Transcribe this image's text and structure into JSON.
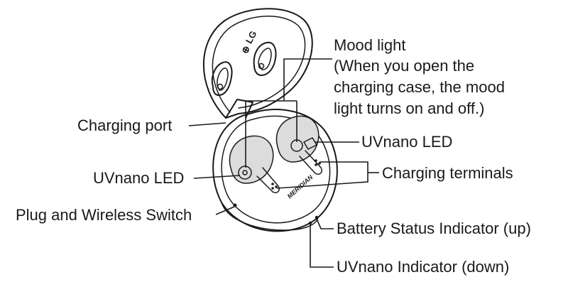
{
  "labels": {
    "mood_light_title": "Mood light",
    "mood_light_note_1": "(When you open the",
    "mood_light_note_2": "charging case, the mood",
    "mood_light_note_3": "light turns on and off.)",
    "charging_port": "Charging port",
    "uvnano_led_right": "UVnano LED",
    "uvnano_led_left": "UVnano LED",
    "charging_terminals": "Charging terminals",
    "plug_wireless_switch": "Plug and Wireless Switch",
    "battery_status_indicator": "Battery Status Indicator (up)",
    "uvnano_indicator": "UVnano Indicator (down)"
  },
  "case_branding": {
    "lid_logo": "LG",
    "base_brand": "MERIDIAN"
  }
}
